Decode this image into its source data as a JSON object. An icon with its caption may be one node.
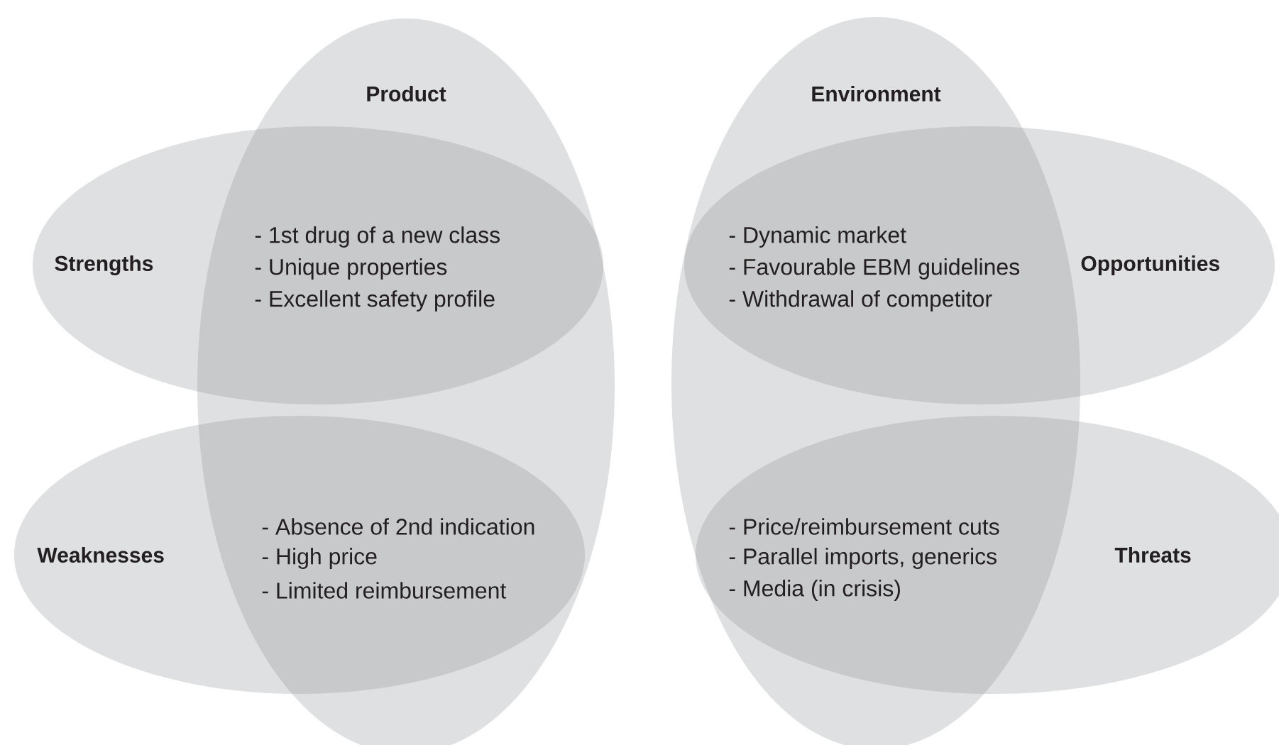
{
  "diagram": {
    "nodes": [
      {
        "text": [
          "Product"
        ]
      },
      {
        "text": [
          "Environment"
        ]
      },
      {
        "text": [
          "Strengths"
        ]
      },
      {
        "text": [
          "Opportunities"
        ]
      },
      {
        "text": [
          "Weaknesses"
        ]
      },
      {
        "text": [
          "Threats"
        ]
      }
    ],
    "labels": [
      "- 1st drug of a new class",
      "- Unique properties",
      "- Excellent safety profile",
      "- Dynamic market",
      "- Favourable EBM guidelines",
      "- Withdrawal of competitor",
      "- Absence of 2nd indication",
      "- High price",
      "- Limited reimbursement",
      "- Price/reimbursement cuts",
      "- Parallel imports, generics",
      "- Media (in crisis)"
    ]
  }
}
